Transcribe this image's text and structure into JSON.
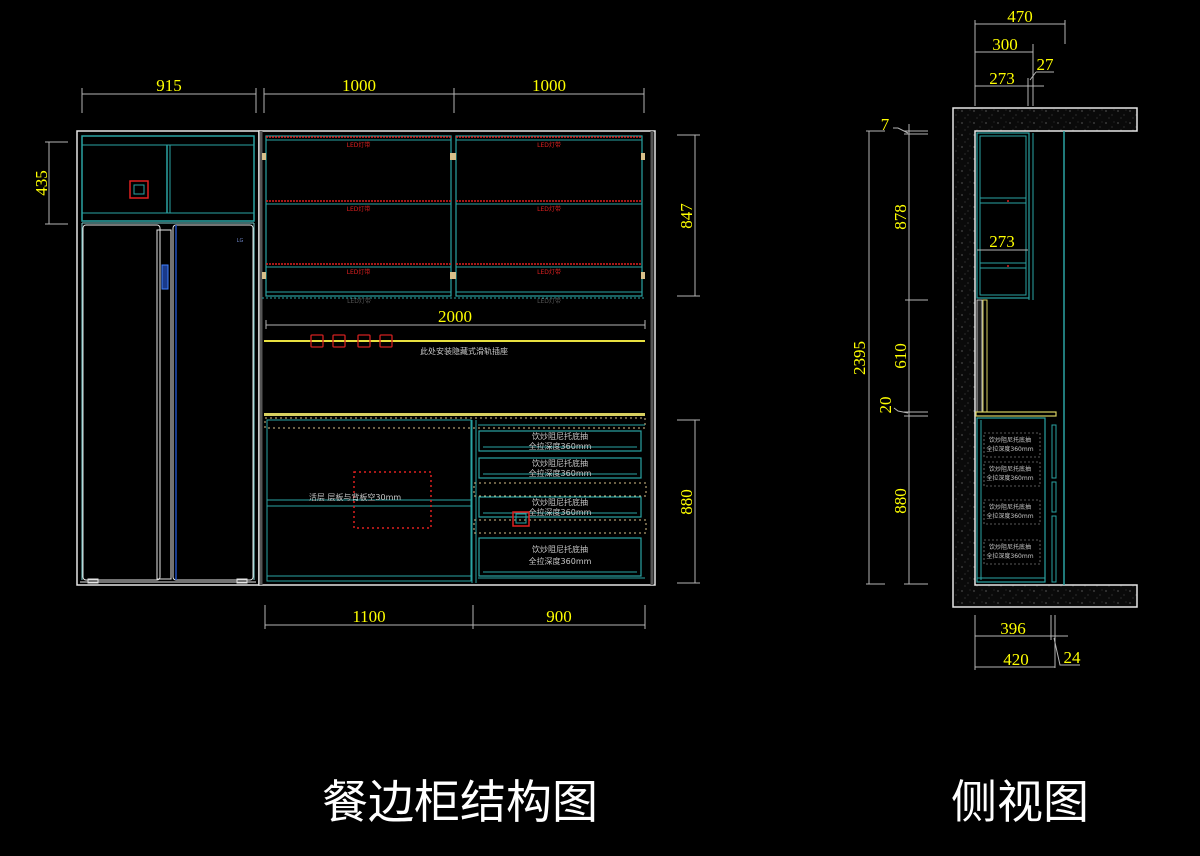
{
  "colors": {
    "background": "#000000",
    "dimension_text": "#ffff00",
    "dimension_line": "#b4b4b4",
    "cabinet_line": "#2aa3a3",
    "outline": "#e6e6e6",
    "led_strip": "#e02020",
    "counter": "#d8d060",
    "hinge": "#d8c08a",
    "concrete": "#1a1a1a"
  },
  "front_view": {
    "title": "餐边柜结构图",
    "dimensions": {
      "fridge_width": "915",
      "left_cabinet_width": "1000",
      "right_cabinet_width": "1000",
      "fridge_top_height": "435",
      "upper_height": "847",
      "total_width": "2000",
      "lower_height": "880",
      "lower_left_width": "1100",
      "lower_right_width": "900"
    },
    "led_label": "LED灯带",
    "socket_note": "此处安装隐藏式滑轨插座",
    "shelf_note": "活层 层板与背板空30mm",
    "drawer_note_line1": "饮炒阻尼托底抽",
    "drawer_note_line2": "全拉深度360mm",
    "fridge_brand": "LG",
    "socket_count": 4,
    "drawer_count": 4
  },
  "side_view": {
    "title": "侧视图",
    "dimensions": {
      "total_depth": "470",
      "upper_depth": "300",
      "upper_inner": "273",
      "upper_panel": "27",
      "upper_inner_mid": "273",
      "top_gap": "7",
      "upper_height": "878",
      "middle_height": "610",
      "counter_thickness": "20",
      "total_height": "2395",
      "lower_height": "880",
      "lower_inner": "396",
      "lower_depth": "420",
      "lower_panel": "24"
    },
    "drawer_note_line1": "饮炒阻尼托底抽",
    "drawer_note_line2": "全拉深度360mm"
  }
}
